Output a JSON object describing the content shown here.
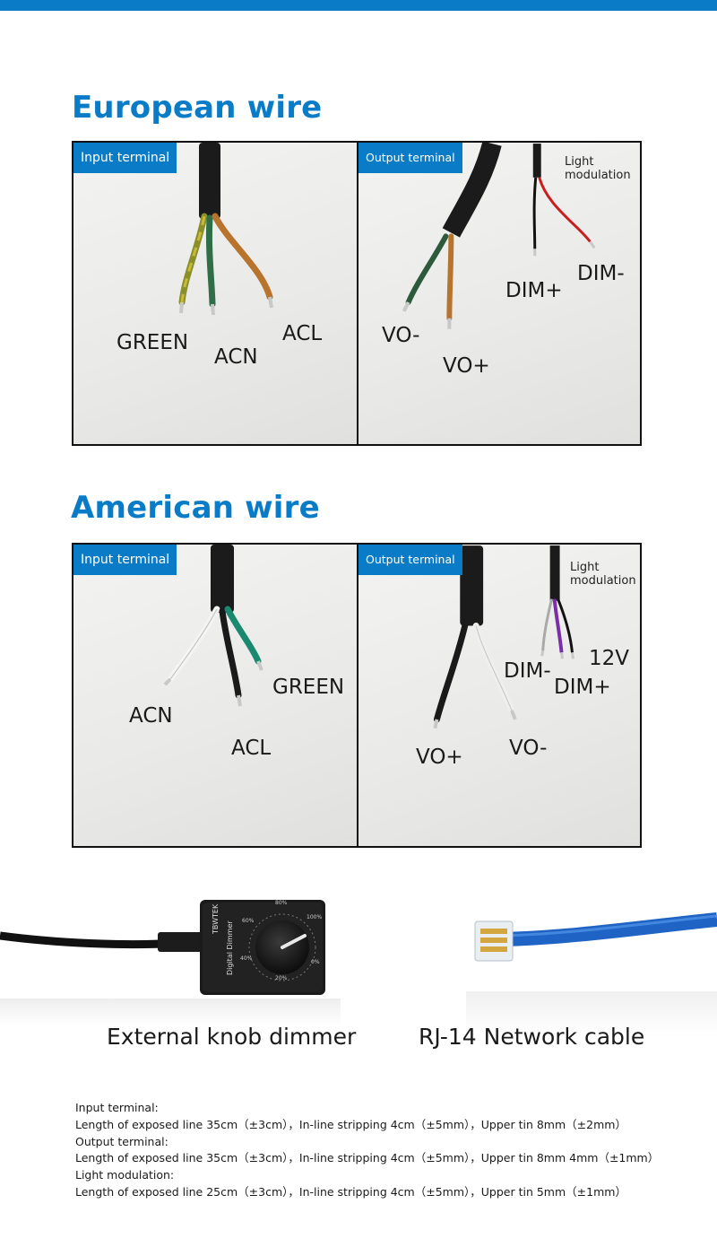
{
  "sections": {
    "european": {
      "title": "European wire",
      "input": {
        "badge": "Input terminal",
        "labels": {
          "green": "GREEN",
          "acn": "ACN",
          "acl": "ACL"
        }
      },
      "output": {
        "badge": "Output terminal",
        "note": [
          "Light",
          "modulation"
        ],
        "labels": {
          "vo_minus": "VO-",
          "vo_plus": "VO+",
          "dim_plus": "DIM+",
          "dim_minus": "DIM-"
        }
      }
    },
    "american": {
      "title": "American wire",
      "input": {
        "badge": "Input terminal",
        "labels": {
          "acn": "ACN",
          "acl": "ACL",
          "green": "GREEN"
        }
      },
      "output": {
        "badge": "Output terminal",
        "note": [
          "Light",
          "modulation"
        ],
        "labels": {
          "dim_minus": "DIM-",
          "v12": "12V",
          "dim_plus": "DIM+",
          "vo_plus": "VO+",
          "vo_minus": "VO-"
        }
      }
    }
  },
  "products": {
    "dimmer": {
      "caption": "External knob dimmer",
      "brand": "TBWTEK",
      "model": "Digital Dimmer",
      "dial_marks": [
        "80%",
        "60%",
        "40%",
        "20%",
        "100%",
        "0%"
      ]
    },
    "cable": {
      "caption": "RJ-14 Network cable"
    }
  },
  "specs": [
    "Input terminal:",
    "Length of exposed line 35cm（±3cm），In-line stripping 4cm（±5mm），Upper tin 8mm（±2mm）",
    "Output terminal:",
    "Length of exposed line 35cm（±3cm），In-line stripping 4cm（±5mm），Upper tin 8mm 4mm（±1mm）",
    "Light modulation:",
    "Length of exposed line 25cm（±3cm），In-line stripping 4cm（±5mm），Upper tin 5mm（±1mm）"
  ],
  "colors": {
    "accent": "#0a7cc7"
  }
}
